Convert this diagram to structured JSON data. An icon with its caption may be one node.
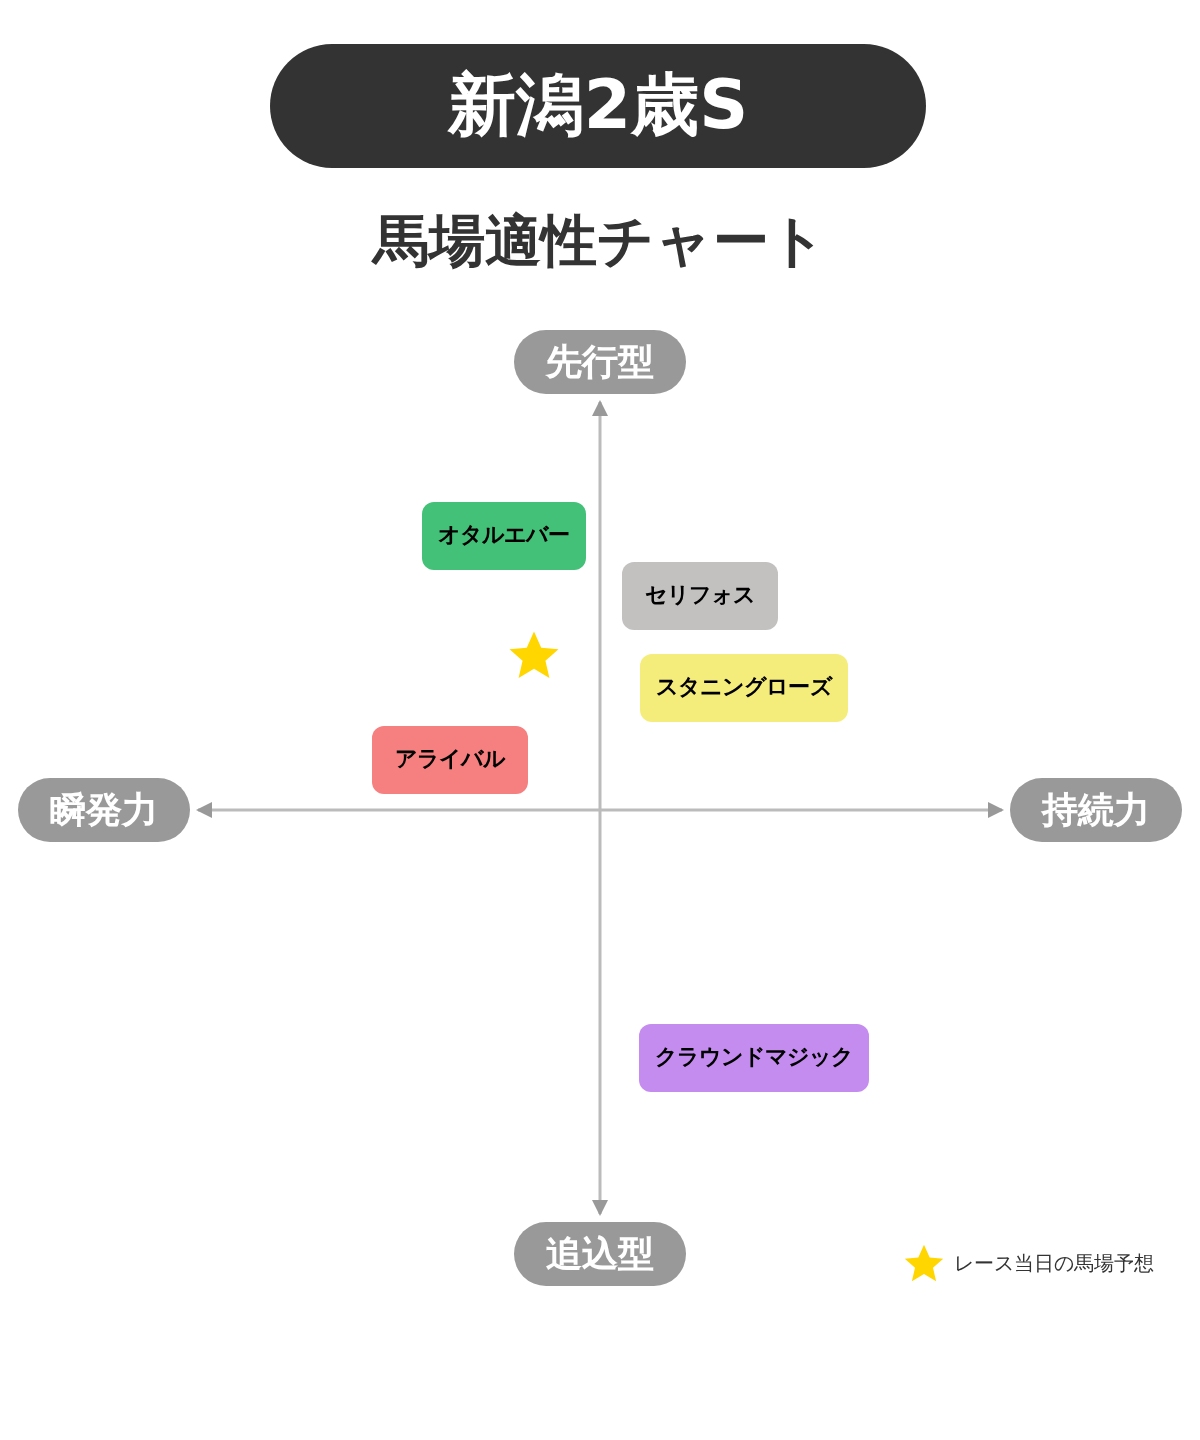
{
  "diagram": {
    "title": "新潟2歳S",
    "nodes": [
      {
        "text": [
          "先行型"
        ]
      },
      {
        "text": [
          "瞬発力"
        ]
      },
      {
        "text": [
          "持続力"
        ]
      },
      {
        "text": [
          "追込型"
        ]
      },
      {
        "text": [
          "オタルエバー"
        ]
      },
      {
        "text": [
          "セリフォス"
        ]
      },
      {
        "text": [
          "スタニングローズ"
        ]
      },
      {
        "text": [
          "アライバル"
        ]
      },
      {
        "text": [
          "クラウンドマジック"
        ]
      }
    ],
    "edges": [
      {
        "from": 0,
        "to": 3,
        "arrow": "both"
      },
      {
        "from": 1,
        "to": 2,
        "arrow": "both"
      }
    ],
    "labels": [
      "馬場適性チャート"
    ],
    "legend": [
      {
        "text": "レース当日の馬場予想"
      }
    ]
  }
}
